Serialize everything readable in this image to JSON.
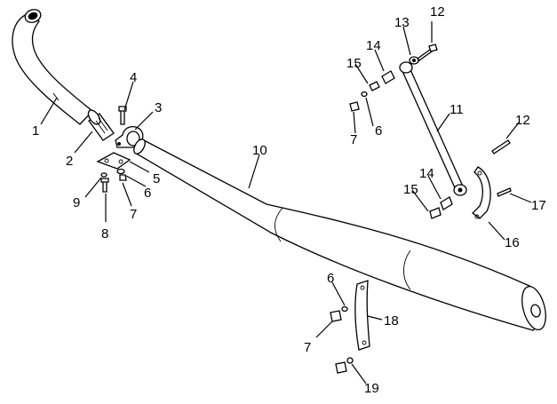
{
  "callouts": [
    "1",
    "2",
    "3",
    "4",
    "5",
    "6",
    "7",
    "8",
    "9",
    "10",
    "11",
    "12",
    "13",
    "14",
    "15",
    "6",
    "7",
    "12",
    "14",
    "15",
    "16",
    "17",
    "6",
    "7",
    "18",
    "19"
  ],
  "colors": {
    "ink": "#000000",
    "paper": "#ffffff"
  }
}
